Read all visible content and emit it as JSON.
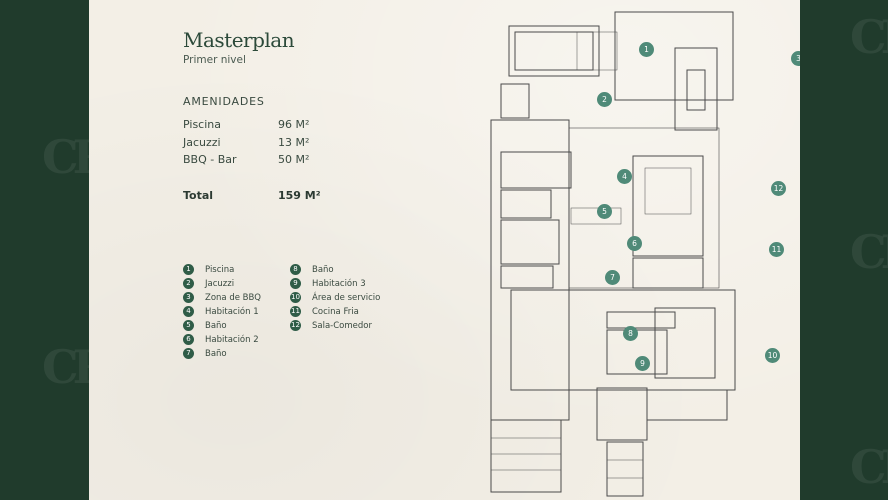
{
  "header": {
    "title": "Masterplan",
    "subtitle": "Primer nivel"
  },
  "amenities": {
    "heading": "AMENIDADES",
    "rows": [
      {
        "name": "Piscina",
        "value": "96 M²"
      },
      {
        "name": "Jacuzzi",
        "value": "13 M²"
      },
      {
        "name": "BBQ - Bar",
        "value": "50 M²"
      }
    ],
    "total": {
      "name": "Total",
      "value": "159 M²"
    }
  },
  "legend": [
    {
      "num": "1",
      "label": "Piscina"
    },
    {
      "num": "2",
      "label": "Jacuzzi"
    },
    {
      "num": "3",
      "label": "Zona de BBQ"
    },
    {
      "num": "4",
      "label": "Habitación 1"
    },
    {
      "num": "5",
      "label": "Baño"
    },
    {
      "num": "6",
      "label": "Habitación 2"
    },
    {
      "num": "7",
      "label": "Baño"
    },
    {
      "num": "8",
      "label": "Baño"
    },
    {
      "num": "9",
      "label": "Habitación 3"
    },
    {
      "num": "10",
      "label": "Área de servicio"
    },
    {
      "num": "11",
      "label": "Cocina Fria"
    },
    {
      "num": "12",
      "label": "Sala-Comedor"
    }
  ],
  "watermark": "CR",
  "colors": {
    "frame": "#203b2c",
    "paper": "#f3efe6",
    "marker": "#4f8a78",
    "legend_dot": "#2f5c47",
    "line": "#4a4a4a"
  }
}
